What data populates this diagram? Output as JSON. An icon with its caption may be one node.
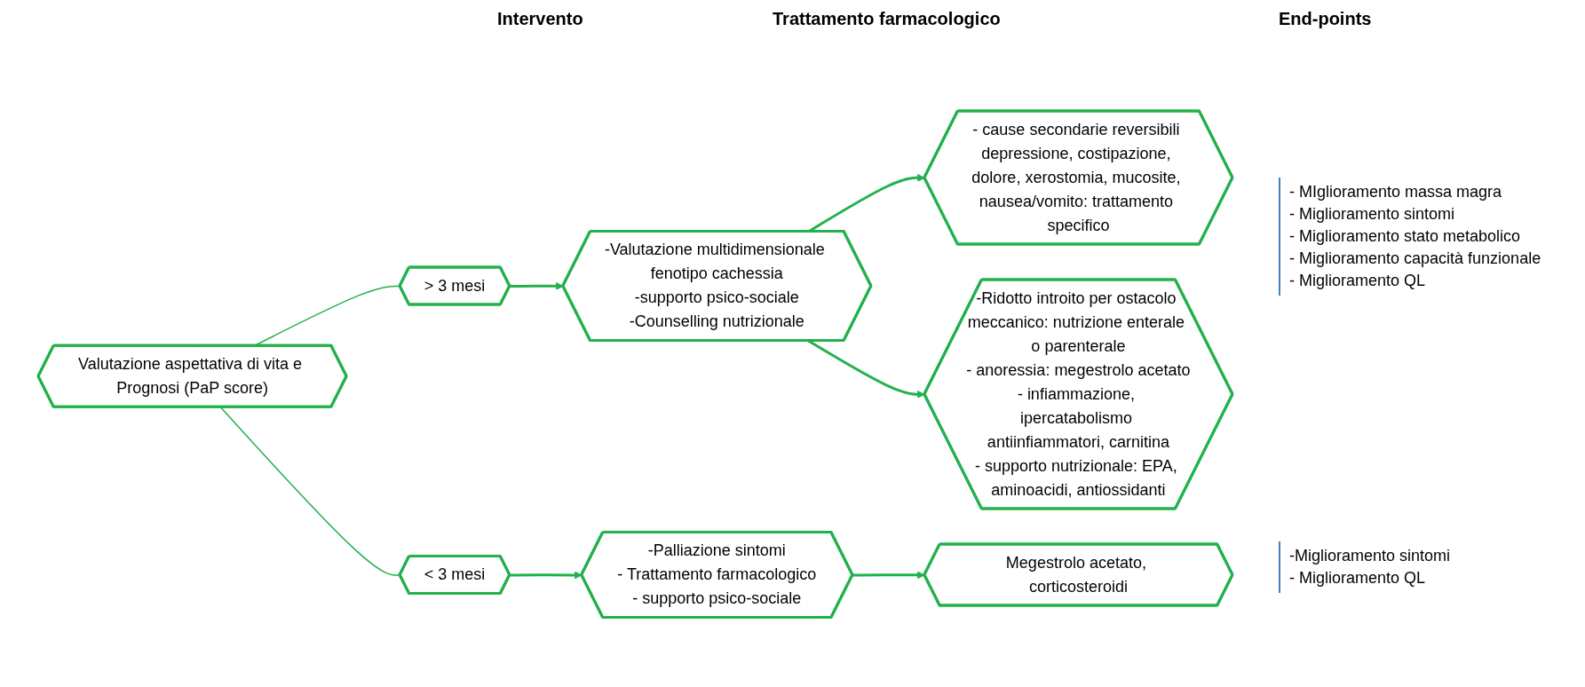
{
  "diagram": {
    "nodes": [
      {
        "text": [
          "Valutazione aspettativa di vita e Prognosi (PaP score)"
        ]
      },
      {
        "text": [
          "> 3 mesi"
        ]
      },
      {
        "text": [
          "< 3 mesi"
        ]
      },
      {
        "text": [
          "-Valutazione multidimensionale fenotipo cachessia",
          "-supporto psico-sociale",
          "-Counselling nutrizionale"
        ]
      },
      {
        "text": [
          "- cause secondarie reversibili depressione, costipazione, dolore, xerostomia, mucosite, nausea/vomito: trattamento specifico"
        ]
      },
      {
        "text": [
          "-Ridotto introito per ostacolo meccanico: nutrizione enterale o parenterale",
          "- anoressia: megestrolo acetato",
          "- infiammazione, ipercatabolismo antiinfiammatori, carnitina",
          "- supporto nutrizionale: EPA, aminoacidi, antiossidanti"
        ]
      },
      {
        "text": [
          "-Palliazione sintomi",
          "- Trattamento farmacologico",
          "- supporto psico-sociale"
        ]
      },
      {
        "text": [
          "Megestrolo acetato, corticosteroidi"
        ]
      }
    ],
    "edges": [
      {
        "from": 0,
        "to": 1,
        "arrow": "none"
      },
      {
        "from": 0,
        "to": 2,
        "arrow": "none"
      },
      {
        "from": 1,
        "to": 3,
        "arrow": "to"
      },
      {
        "from": 3,
        "to": 4,
        "arrow": "to"
      },
      {
        "from": 3,
        "to": 5,
        "arrow": "to"
      },
      {
        "from": 2,
        "to": 6,
        "arrow": "to"
      },
      {
        "from": 6,
        "to": 7,
        "arrow": "to"
      }
    ],
    "labels": [
      "Intervento",
      "Trattamento farmacologico",
      "End-points",
      "- MIglioramento massa magra",
      "- Miglioramento sintomi",
      "- Miglioramento stato metabolico",
      "- Miglioramento capacità funzionale",
      "- Miglioramento QL",
      "-Miglioramento sintomi",
      "- Miglioramento QL"
    ]
  }
}
